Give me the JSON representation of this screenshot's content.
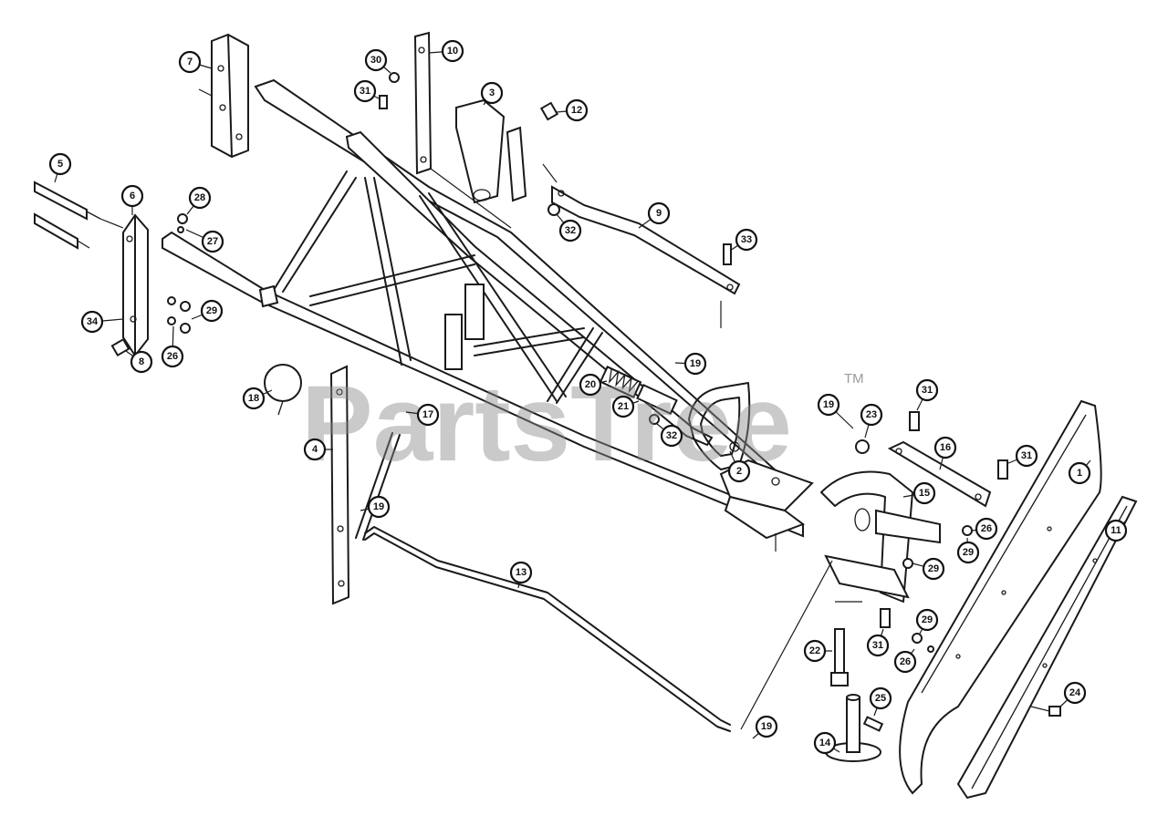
{
  "watermark": {
    "text": "PartsTree",
    "trademark": "TM",
    "color": "#8a8a8a"
  },
  "callouts": [
    {
      "id": "c-1",
      "label": "1"
    },
    {
      "id": "c-2",
      "label": "2"
    },
    {
      "id": "c-3",
      "label": "3"
    },
    {
      "id": "c-4",
      "label": "4"
    },
    {
      "id": "c-5",
      "label": "5"
    },
    {
      "id": "c-6",
      "label": "6"
    },
    {
      "id": "c-7",
      "label": "7"
    },
    {
      "id": "c-8",
      "label": "8"
    },
    {
      "id": "c-9",
      "label": "9"
    },
    {
      "id": "c-10",
      "label": "10"
    },
    {
      "id": "c-11",
      "label": "11"
    },
    {
      "id": "c-12",
      "label": "12"
    },
    {
      "id": "c-13",
      "label": "13"
    },
    {
      "id": "c-14",
      "label": "14"
    },
    {
      "id": "c-15",
      "label": "15"
    },
    {
      "id": "c-16",
      "label": "16"
    },
    {
      "id": "c-17",
      "label": "17"
    },
    {
      "id": "c-18",
      "label": "18"
    },
    {
      "id": "c-19a",
      "label": "19"
    },
    {
      "id": "c-19b",
      "label": "19"
    },
    {
      "id": "c-19c",
      "label": "19"
    },
    {
      "id": "c-19d",
      "label": "19"
    },
    {
      "id": "c-20",
      "label": "20"
    },
    {
      "id": "c-21",
      "label": "21"
    },
    {
      "id": "c-22",
      "label": "22"
    },
    {
      "id": "c-23",
      "label": "23"
    },
    {
      "id": "c-24",
      "label": "24"
    },
    {
      "id": "c-25",
      "label": "25"
    },
    {
      "id": "c-26a",
      "label": "26"
    },
    {
      "id": "c-26b",
      "label": "26"
    },
    {
      "id": "c-26c",
      "label": "26"
    },
    {
      "id": "c-27",
      "label": "27"
    },
    {
      "id": "c-28",
      "label": "28"
    },
    {
      "id": "c-29a",
      "label": "29"
    },
    {
      "id": "c-29b",
      "label": "29"
    },
    {
      "id": "c-29c",
      "label": "29"
    },
    {
      "id": "c-29d",
      "label": "29"
    },
    {
      "id": "c-30",
      "label": "30"
    },
    {
      "id": "c-31a",
      "label": "31"
    },
    {
      "id": "c-31b",
      "label": "31"
    },
    {
      "id": "c-31c",
      "label": "31"
    },
    {
      "id": "c-31d",
      "label": "31"
    },
    {
      "id": "c-32a",
      "label": "32"
    },
    {
      "id": "c-32b",
      "label": "32"
    },
    {
      "id": "c-33",
      "label": "33"
    },
    {
      "id": "c-34",
      "label": "34"
    }
  ]
}
